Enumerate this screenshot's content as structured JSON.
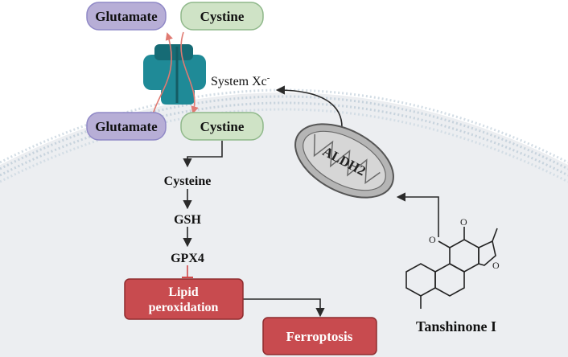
{
  "nodes": {
    "glutamate_out": "Glutamate",
    "cystine_out": "Cystine",
    "glutamate_in": "Glutamate",
    "cystine_in": "Cystine",
    "transporter": "System Xc",
    "transporter_sup": "-",
    "cysteine": "Cysteine",
    "gsh": "GSH",
    "gpx4": "GPX4",
    "lipid_line1": "Lipid",
    "lipid_line2": "peroxidation",
    "ferroptosis": "Ferroptosis",
    "mitochondrion": "ALDH2",
    "compound": "Tanshinone I"
  },
  "colors": {
    "cell_fill": "#eceef1",
    "membrane_dots": "#c7d3dd",
    "glutamate_fill": "#b7aed6",
    "cystine_fill": "#cfe3c6",
    "transporter": "#1f8a97",
    "red_box": "#c84b4f",
    "arrow": "#2a2a2a",
    "red_arrow": "#e07a72",
    "mito_fill": "#b5b5b5"
  }
}
